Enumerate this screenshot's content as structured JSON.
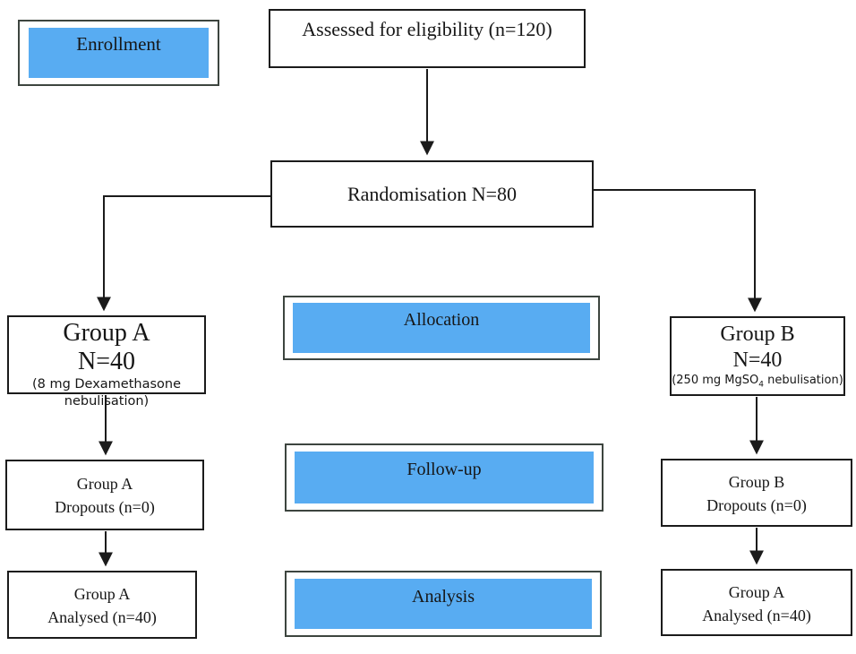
{
  "diagram": {
    "type": "consort-flow",
    "stage_labels": {
      "enrollment": "Enrollment",
      "allocation": "Allocation",
      "followup": "Follow-up",
      "analysis": "Analysis"
    },
    "boxes": {
      "assessed": "Assessed for eligibility (n=120)",
      "randomisation": "Randomisation N=80",
      "group_a": {
        "title": "Group A",
        "n": "N=40",
        "detail": "(8 mg Dexamethasone nebulisation)"
      },
      "group_b": {
        "title": "Group B",
        "n": "N=40",
        "detail_pre": "(250 mg MgSO",
        "detail_sub": "4",
        "detail_post": " nebulisation)"
      },
      "group_a_dropouts": {
        "line1": "Group A",
        "line2": "Dropouts (n=0)"
      },
      "group_b_dropouts": {
        "line1": "Group B",
        "line2": "Dropouts (n=0)"
      },
      "group_a_analysed": {
        "line1": "Group A",
        "line2": "Analysed (n=40)"
      },
      "group_b_analysed": {
        "line1": "Group A",
        "line2": "Analysed (n=40)"
      }
    },
    "colors": {
      "banner_fill": "#58acf2",
      "banner_border": "#3d453f",
      "box_border": "#1b1b1b",
      "arrow": "#1b1b1b",
      "text": "#161616",
      "background": "#ffffff"
    }
  }
}
